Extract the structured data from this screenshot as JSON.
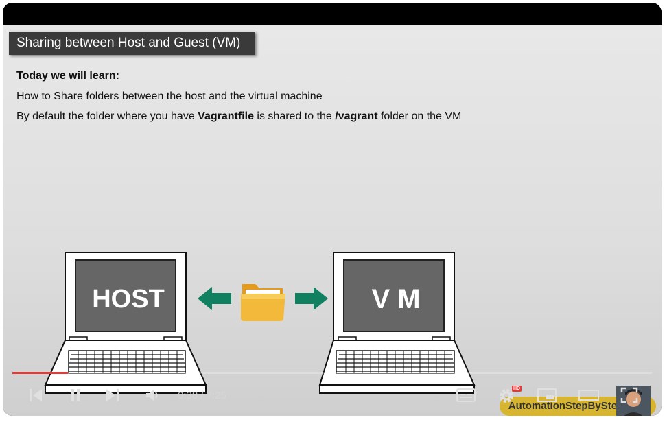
{
  "slide": {
    "title": "Sharing between Host and Guest (VM)",
    "heading": "Today we will learn:",
    "line2": "How to Share folders between the host and the virtual machine",
    "line3": {
      "part1": "By default the folder where you have ",
      "bold1": "Vagrantfile",
      "part2": " is shared to the ",
      "bold2": "/vagrant",
      "part3": " folder on the VM"
    },
    "host_label": "HOST",
    "vm_label": "V M"
  },
  "player": {
    "current_time": "0:38",
    "separator": " / ",
    "duration": "7:25",
    "progress": 0.087,
    "watermark": "AutomationStepByStep.com",
    "accent": "#e53935"
  },
  "icons": [
    "previous-icon",
    "pause-icon",
    "next-icon",
    "volume-icon",
    "subtitles-icon",
    "settings-icon",
    "hd-badge-icon",
    "miniplayer-icon",
    "theater-icon",
    "fullscreen-icon",
    "folder-icon",
    "arrow-left-icon",
    "arrow-right-icon"
  ]
}
